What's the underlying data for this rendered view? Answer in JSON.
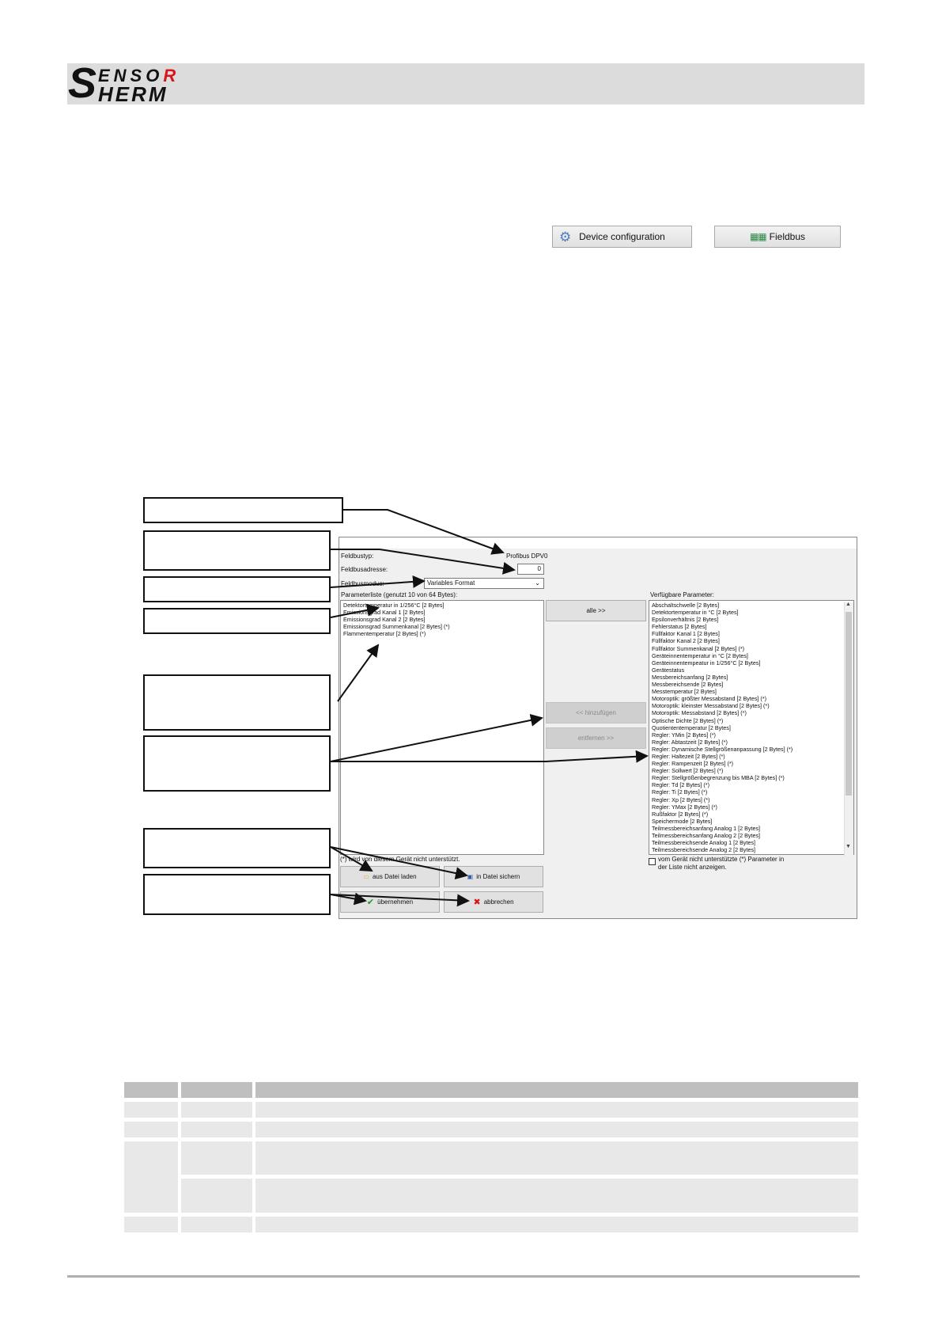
{
  "header": {
    "logo_text_top": "ENSO",
    "logo_text_top_red": "R",
    "logo_text_bottom": "HERM",
    "logo_initial": "S"
  },
  "toolbar": {
    "device_configuration": "Device configuration",
    "fieldbus": "Fieldbus"
  },
  "dialog": {
    "feldbustyp_label": "Feldbustyp:",
    "feldbustyp_value": "Profibus DPV0",
    "feldbusadresse_label": "Feldbusadresse:",
    "feldbusadresse_value": "0",
    "feldbusmodus_label": "Feldbusmodus:",
    "feldbusmodus_value": "Variables Format",
    "parameterliste_label": "Parameterliste (genutzt 10 von 64 Bytes):",
    "verfuegbare_label": "Verfügbare Parameter:",
    "parameterliste": [
      "Detektortemperatur in 1/256°C [2 Bytes]",
      "Emissionsgrad Kanal 1 [2 Bytes]",
      "Emissionsgrad Kanal 2 [2 Bytes]",
      "Emissionsgrad Summenkanal [2 Bytes] (*)",
      "Flammentemperatur [2 Bytes] (*)"
    ],
    "verfuegbare": [
      "Abschaltschwelle [2 Bytes]",
      "Detektortemperatur in °C [2 Bytes]",
      "Epsilonverhältnis [2 Bytes]",
      "Fehlerstatus [2 Bytes]",
      "Füllfaktor Kanal 1 [2 Bytes]",
      "Füllfaktor Kanal 2 [2 Bytes]",
      "Füllfaktor Summenkanal [2 Bytes] (*)",
      "Geräteinnentemperatur in °C [2 Bytes]",
      "Geräteinnentempeatur in 1/256°C [2 Bytes]",
      "Gerätestatus",
      "Messbereichsanfang [2 Bytes]",
      "Messbereichsende [2 Bytes]",
      "Messtemperatur [2 Bytes]",
      "Motoroptik: größter Messabstand [2 Bytes] (*)",
      "Motoroptik: kleinster Messabstand [2 Bytes] (*)",
      "Motoroptik: Messabstand [2 Bytes] (*)",
      "Optische Dichte [2 Bytes] (*)",
      "Quotiententemperatur [2 Bytes]",
      "Regler: YMin [2 Bytes] (*)",
      "Regler: Abtastzeit [2 Bytes] (*)",
      "Regler: Dynamische Stellgrößenanpassung [2 Bytes] (*)",
      "Regler: Haltezeit [2 Bytes] (*)",
      "Regler: Rampenzeit [2 Bytes] (*)",
      "Regler: Sollwert [2 Bytes] (*)",
      "Regler: Stellgrößenbegrenzung bis MBA [2 Bytes] (*)",
      "Regler: Td [2 Bytes] (*)",
      "Regler: Ti [2 Bytes] (*)",
      "Regler: Xp [2 Bytes] (*)",
      "Regler: YMax [2 Bytes] (*)",
      "Rußfaktor [2 Bytes] (*)",
      "Speichermode [2 Bytes]",
      "Teilmessbereichsanfang Analog 1 [2 Bytes]",
      "Teilmessbereichsanfang Analog 2 [2 Bytes]",
      "Teilmessbereichsende Analog 1 [2 Bytes]",
      "Teilmessbereichsende Analog 2 [2 Bytes]"
    ],
    "btn_alle": "alle >>",
    "btn_hinzufuegen": "<< hinzufügen",
    "btn_entfernen": "entfernen >>",
    "hint": "(*) wird von diesem Gerät nicht unterstützt.",
    "checkbox_label_line1": "vom Gerät nicht unterstützte (*) Parameter in",
    "checkbox_label_line2": "der Liste nicht anzeigen.",
    "btn_laden": "aus Datei laden",
    "btn_sichern": "in Datei sichern",
    "btn_uebernehmen": "übernehmen",
    "btn_abbrechen": "abbrechen"
  },
  "colors": {
    "table_header": "#bfbfbf",
    "table_row": "#e8e8e8",
    "logo_red": "#d9141b"
  }
}
